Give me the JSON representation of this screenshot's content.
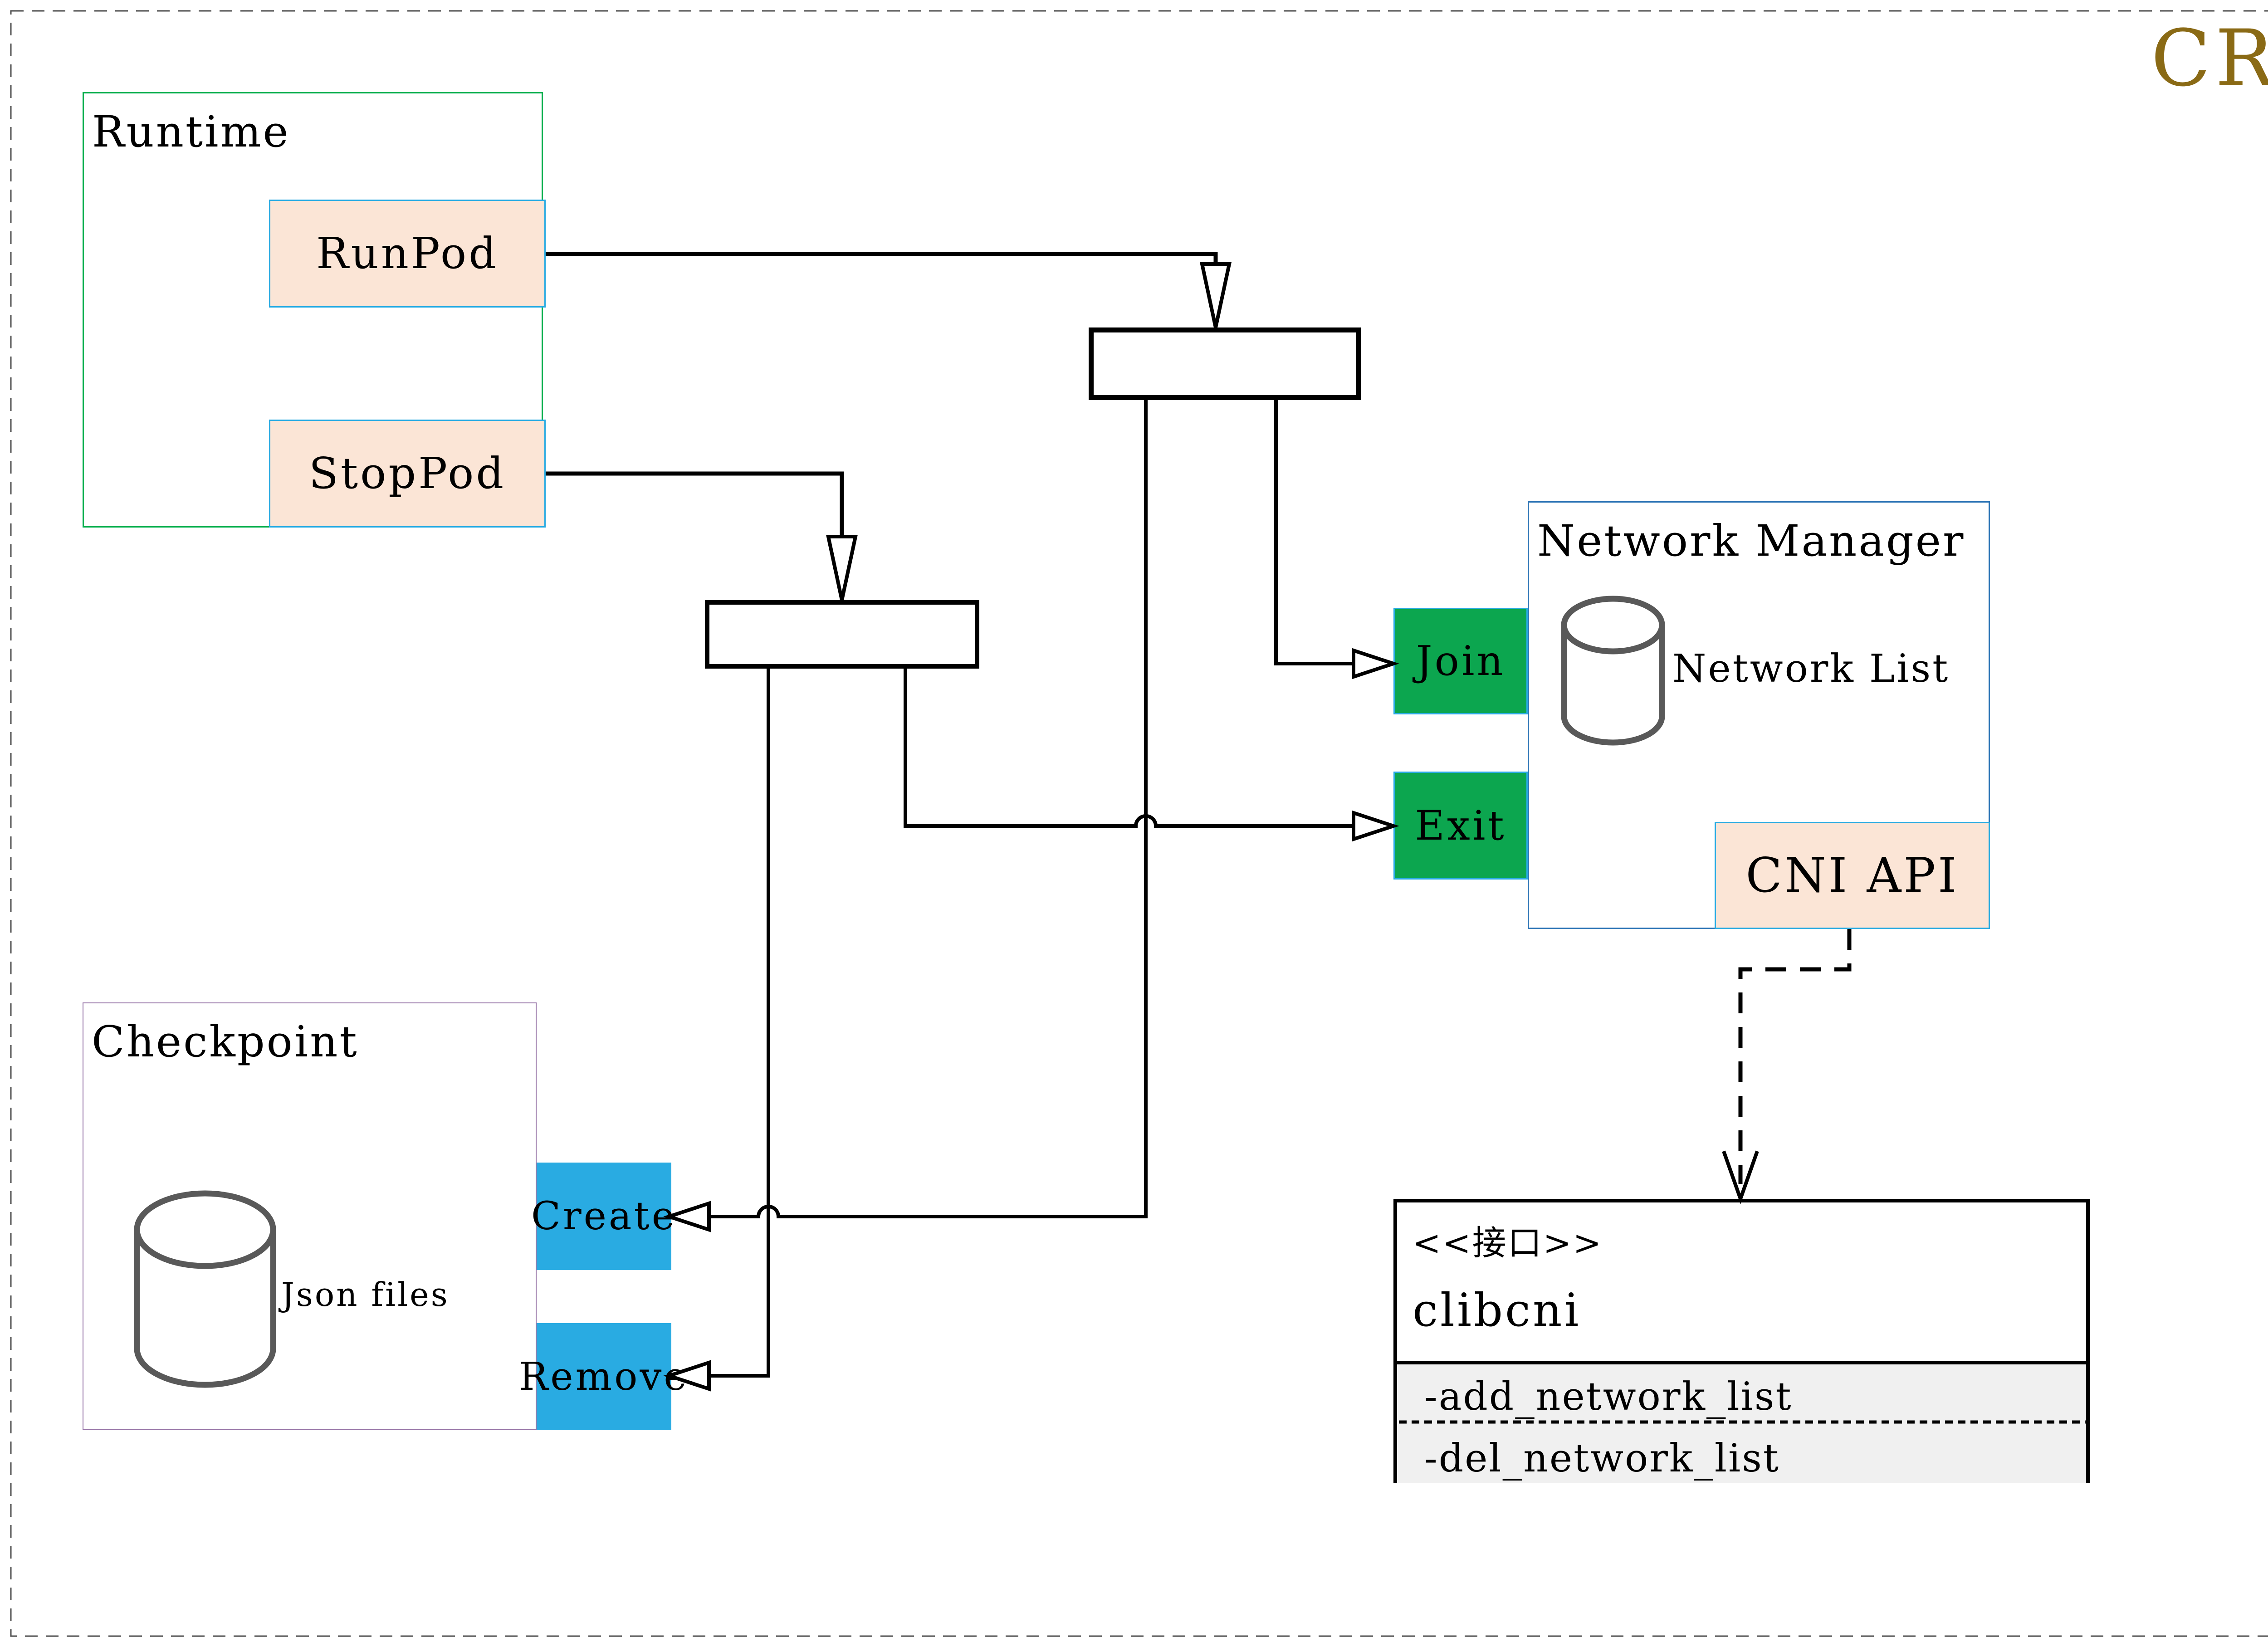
{
  "page": {
    "badge": "CRI"
  },
  "colors": {
    "badge_gold": "#8a6a15",
    "node_green": "#0ca64f",
    "node_blue": "#29abe2",
    "node_peach": "#fbe5d6",
    "runtime_border": "#00b050",
    "checkpoint_border": "#9673a6",
    "network_manager_border": "#2e75b6",
    "cylinder_stroke": "#595959",
    "attrs_background": "#f0f0f0"
  },
  "runtime": {
    "title": "Runtime",
    "run_pod": "RunPod",
    "stop_pod": "StopPod"
  },
  "checkpoint": {
    "title": "Checkpoint",
    "db_label": "Json files",
    "create": "Create",
    "remove": "Remove"
  },
  "network_manager": {
    "title": "Network Manager",
    "db_label": "Network List",
    "join": "Join",
    "exit": "Exit",
    "cni_api": "CNI API"
  },
  "clibcni": {
    "stereotype": "<<接口>>",
    "name": "clibcni",
    "methods": [
      "-add_network_list",
      "-del_network_list"
    ]
  }
}
